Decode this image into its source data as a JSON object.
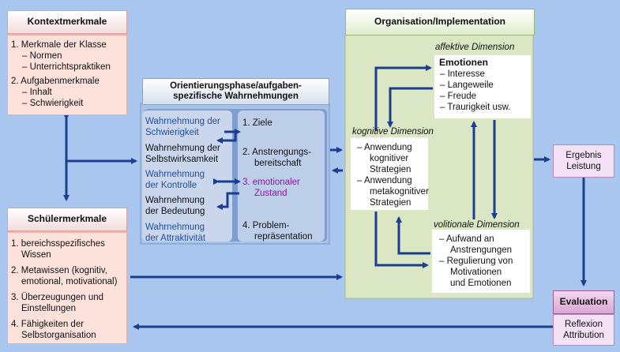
{
  "kontext": {
    "title": "Kontextmerkmale",
    "item1": "1. Merkmale der Klasse",
    "item1_sub1": "– Normen",
    "item1_sub2": "– Unterrichtspraktiken",
    "item2": "2. Aufgabenmerkmale",
    "item2_sub1": "– Inhalt",
    "item2_sub2": "– Schwierigkeit"
  },
  "schueler": {
    "title": "Schülermerkmale",
    "item1_l1": "1. bereichsspezifisches",
    "item1_l2": "Wissen",
    "item2_l1": "2. Metawissen (kognitiv,",
    "item2_l2": "emotional, motivational)",
    "item3_l1": "3. Überzeugungen und",
    "item3_l2": "Einstellungen",
    "item4_l1": "4. Fähigkeiten der",
    "item4_l2": "Selbstorganisation"
  },
  "orientierung": {
    "title_l1": "Orientierungsphase/aufgaben-",
    "title_l2": "spezifische Wahrnehmungen",
    "left": [
      {
        "l1": "Wahrnehmung der",
        "l2": "Schwierigkeit"
      },
      {
        "l1": "Wahrnehmung der",
        "l2": "Selbstwirksamkeit"
      },
      {
        "l1": "Wahrnehmung",
        "l2": "der Kontrolle"
      },
      {
        "l1": "Wahrnehmung",
        "l2": "der Bedeutung"
      },
      {
        "l1": "Wahrnehmung",
        "l2": "der Attraktivität"
      }
    ],
    "right": {
      "r1": "1. Ziele",
      "r2_l1": "2. Anstrengungs-",
      "r2_l2": "bereitschaft",
      "r3_l1": "3. emotionaler",
      "r3_l2": "Zustand",
      "r4_l1": "4. Problem-",
      "r4_l2": "repräsentation"
    }
  },
  "organisation": {
    "title": "Organisation/Implementation",
    "affektiv_label": "affektive Dimension",
    "emotionen_title": "Emotionen",
    "emotionen": [
      "– Interesse",
      "– Langeweile",
      "– Freude",
      "– Traurigkeit usw."
    ],
    "kognitiv_label": "kognitive Dimension",
    "kognitiv_l": [
      "– Anwendung",
      "kognitiver",
      "Strategien",
      "– Anwendung",
      "metakognitiver",
      "Strategien"
    ],
    "volitional_label": "volitionale Dimension",
    "volitional_l": [
      "– Aufwand an",
      "Anstrengungen",
      "– Regulierung von",
      "Motivationen",
      "und Emotionen"
    ]
  },
  "ergebnis": {
    "l1": "Ergebnis",
    "l2": "Leistung"
  },
  "evaluation": {
    "title": "Evaluation",
    "l1": "Reflexion",
    "l2": "Attribution"
  },
  "colors": {
    "background": "#a9c7ee",
    "arrow": "#1a3f8f",
    "red_box": "#fde2dc",
    "green_box": "#dbe6c4",
    "purple_box": "#f4e1f6"
  }
}
